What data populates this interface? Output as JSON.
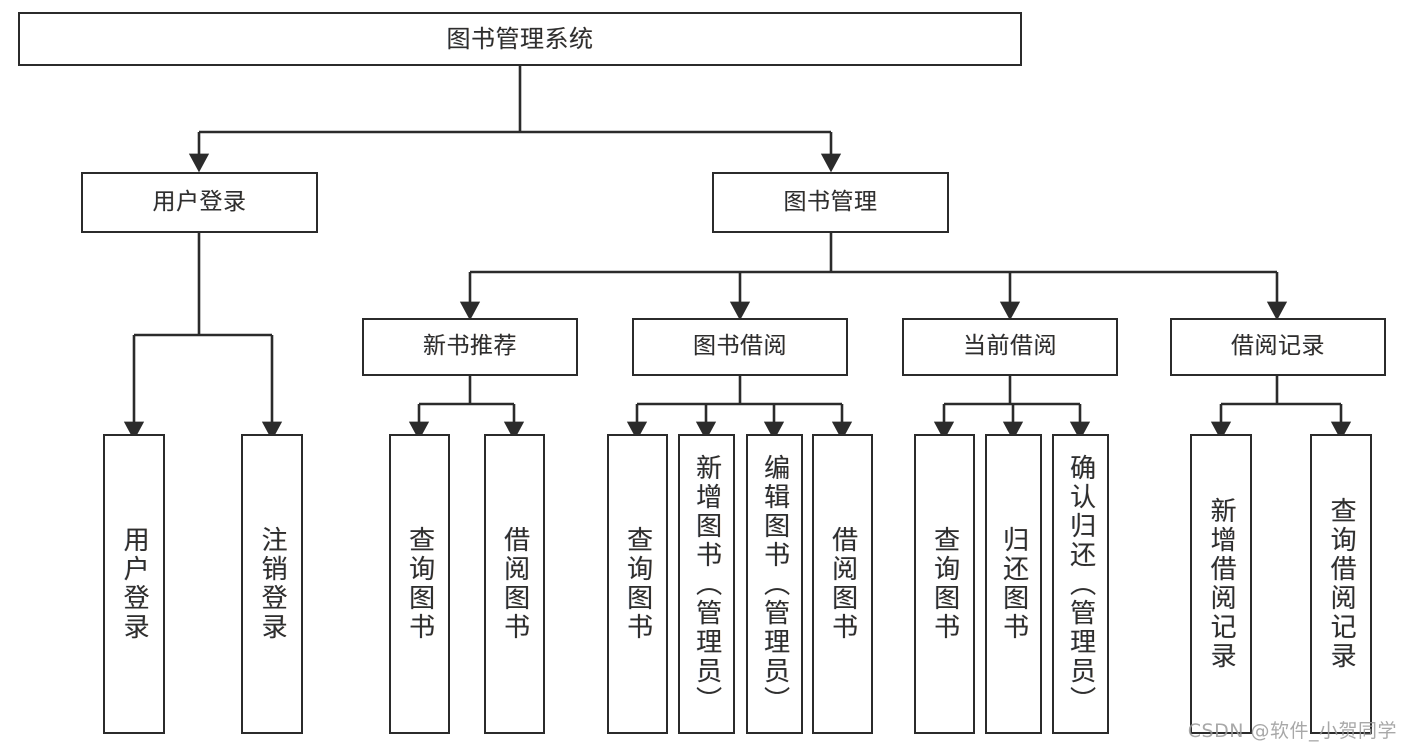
{
  "diagram": {
    "title": "图书管理系统",
    "type": "tree",
    "colors": {
      "box_border": "#2b2b2b",
      "box_fill": "#ffffff",
      "edge": "#2b2b2b",
      "text": "#2e2e2e",
      "watermark": "#9a9a9a",
      "background": "#ffffff"
    },
    "watermark": "CSDN @软件_小贺同学",
    "nodes": {
      "root": {
        "label": "图书管理系统"
      },
      "level1": [
        {
          "id": "user-login",
          "label": "用户登录"
        },
        {
          "id": "book-manage",
          "label": "图书管理"
        }
      ],
      "level2": [
        {
          "id": "new-book-rec",
          "label": "新书推荐"
        },
        {
          "id": "book-borrow",
          "label": "图书借阅"
        },
        {
          "id": "current-borrow",
          "label": "当前借阅"
        },
        {
          "id": "borrow-record",
          "label": "借阅记录"
        }
      ],
      "leaves": [
        {
          "id": "leaf-user-login",
          "label": "用户登录",
          "parent": "user-login"
        },
        {
          "id": "leaf-logout-login",
          "label": "注销登录",
          "parent": "user-login"
        },
        {
          "id": "leaf-query-book-1",
          "label": "查询图书",
          "parent": "new-book-rec"
        },
        {
          "id": "leaf-borrow-book-1",
          "label": "借阅图书",
          "parent": "new-book-rec"
        },
        {
          "id": "leaf-query-book-2",
          "label": "查询图书",
          "parent": "book-borrow"
        },
        {
          "id": "leaf-add-book",
          "label": "新增图书（管理员）",
          "parent": "book-borrow"
        },
        {
          "id": "leaf-edit-book",
          "label": "编辑图书（管理员）",
          "parent": "book-borrow"
        },
        {
          "id": "leaf-borrow-book-2",
          "label": "借阅图书",
          "parent": "book-borrow"
        },
        {
          "id": "leaf-query-book-3",
          "label": "查询图书",
          "parent": "current-borrow"
        },
        {
          "id": "leaf-return-book",
          "label": "归还图书",
          "parent": "current-borrow"
        },
        {
          "id": "leaf-confirm-return",
          "label": "确认归还（管理员）",
          "parent": "current-borrow"
        },
        {
          "id": "leaf-add-record",
          "label": "新增借阅记录",
          "parent": "borrow-record"
        },
        {
          "id": "leaf-query-record",
          "label": "查询借阅记录",
          "parent": "borrow-record"
        }
      ]
    }
  }
}
